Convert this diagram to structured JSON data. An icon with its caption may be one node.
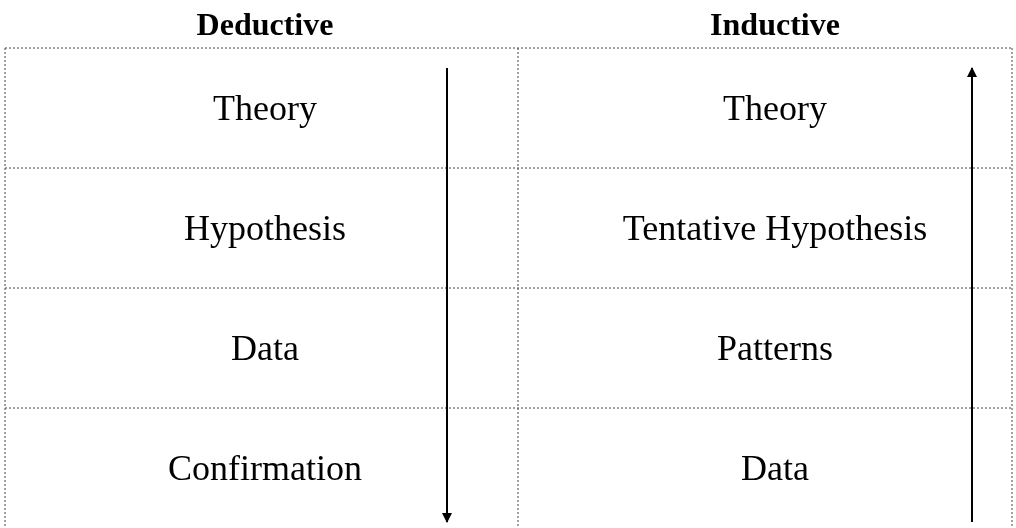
{
  "diagram": {
    "labels": [
      "Deductive",
      "Inductive",
      "Theory",
      "Theory",
      "Hypothesis",
      "Tentative Hypothesis",
      "Data",
      "Patterns",
      "Confirmation",
      "Data"
    ]
  }
}
